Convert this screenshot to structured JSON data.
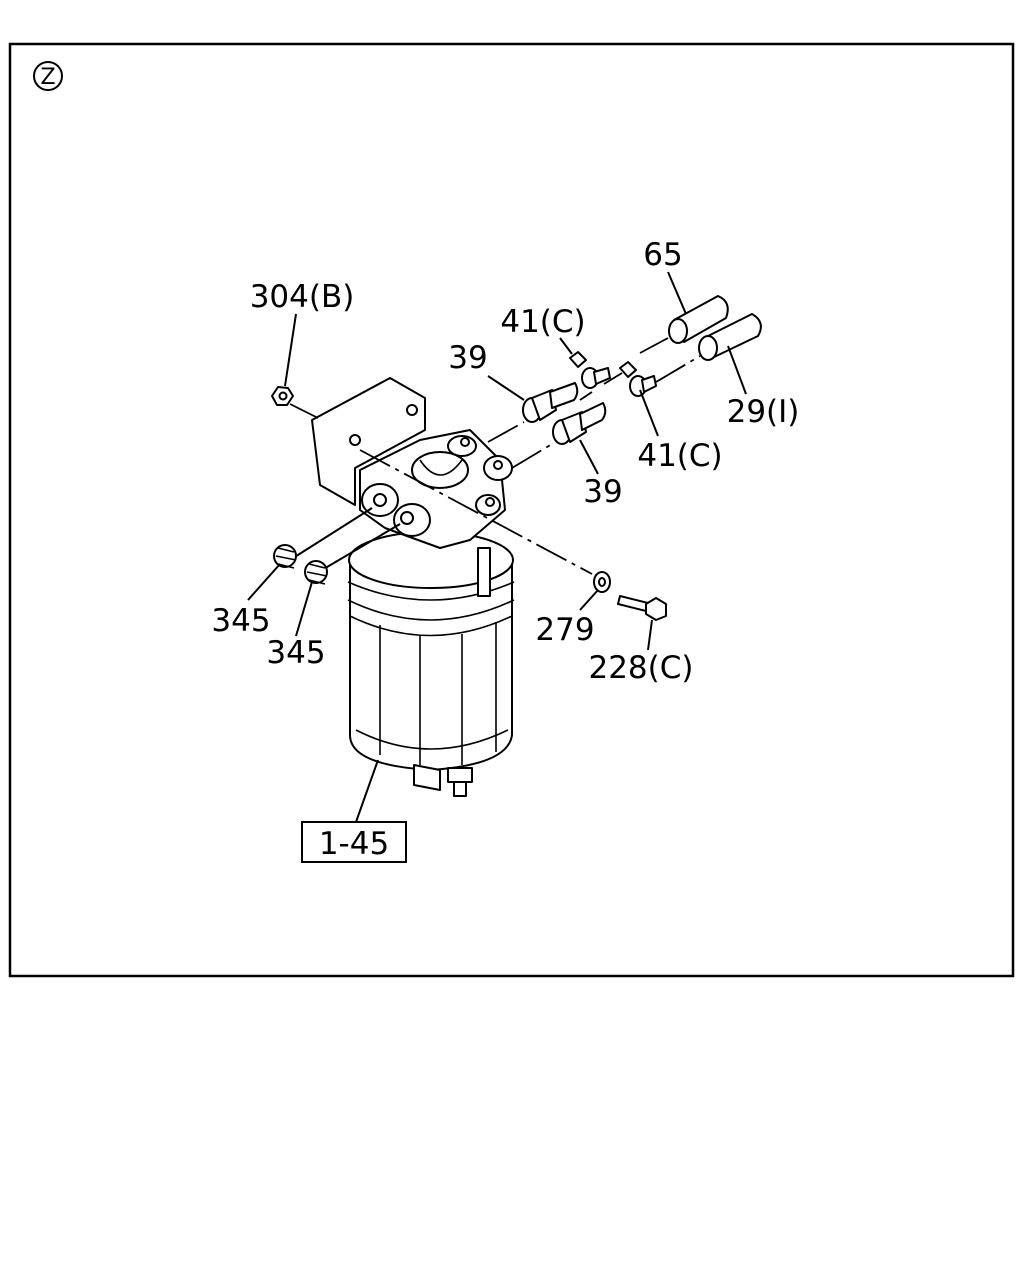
{
  "view_marker": "Z",
  "callouts": {
    "c304": "304(B)",
    "c41a": "41(C)",
    "c65": "65",
    "c39a": "39",
    "c29": "29(I)",
    "c41b": "41(C)",
    "c39b": "39",
    "c345a": "345",
    "c345b": "345",
    "c279": "279",
    "c228": "228(C)",
    "c145": "1-45"
  }
}
